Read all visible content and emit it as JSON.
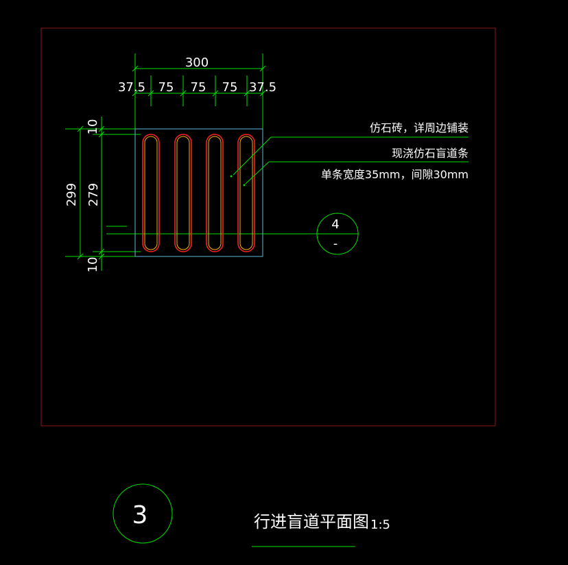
{
  "dimensions": {
    "total_width": "300",
    "seg_a": "37.5",
    "seg_b": "75",
    "seg_c": "75",
    "seg_d": "75",
    "seg_e": "37.5",
    "top_gap": "10",
    "bottom_gap": "10",
    "inner_height": "279",
    "total_height": "299"
  },
  "annotations": {
    "line1": "仿石砖，详周边铺装",
    "line2": "现浇仿石盲道条",
    "line3": "单条宽度35mm，间隙30mm"
  },
  "section_marker": {
    "number": "4",
    "sheet": "-"
  },
  "detail_marker": {
    "number": "3"
  },
  "title": {
    "text": "行进盲道平面图",
    "scale": "1:5"
  },
  "colors": {
    "background": "#000000",
    "border": "#8b1a1a",
    "dimension": "#00e000",
    "tile_outline": "#5fb8d8",
    "strip_outer": "#ff2222",
    "strip_inner": "#ffb000",
    "text": "#ffffff"
  }
}
